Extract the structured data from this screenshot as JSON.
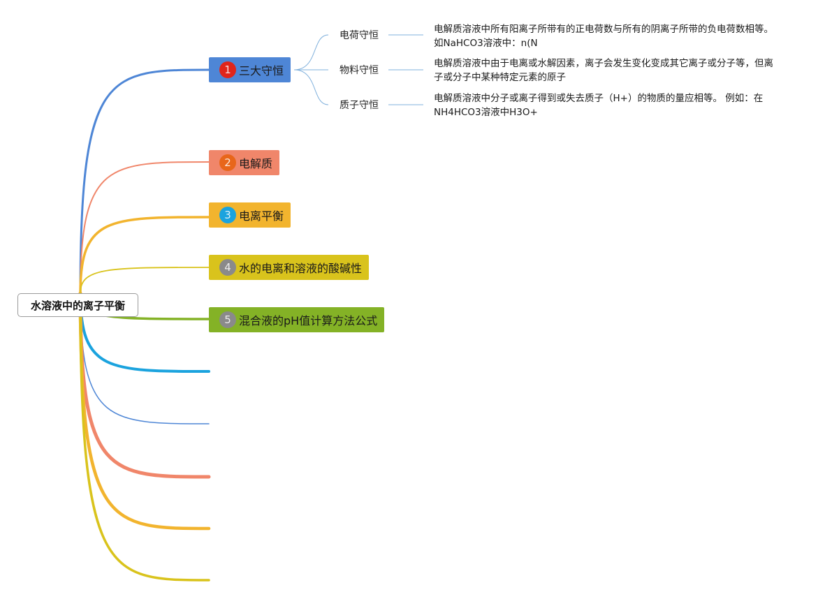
{
  "root": {
    "label": "水溶液中的离子平衡"
  },
  "branches": [
    {
      "number": "1",
      "label": "三大守恒",
      "color": "#4e86d6",
      "badge_color": "#e0251b"
    },
    {
      "number": "2",
      "label": "电解质",
      "color": "#f0866a",
      "badge_color": "#e8661a"
    },
    {
      "number": "3",
      "label": "电离平衡",
      "color": "#f2b42e",
      "badge_color": "#1ba3de"
    },
    {
      "number": "4",
      "label": "水的电离和溶液的酸碱性",
      "color": "#d9c31c",
      "badge_color": "#8a8a8a"
    },
    {
      "number": "5",
      "label": "混合液的pH值计算方法公式",
      "color": "#84b226",
      "badge_color": "#8a8a8a"
    }
  ],
  "collapsed_branch_colors": [
    "#1ba3de",
    "#4e86d6",
    "#f0866a",
    "#f2b42e",
    "#d9c31c"
  ],
  "subtopics": [
    {
      "label": "电荷守恒",
      "note": "电解质溶液中所有阳离子所带有的正电荷数与所有的阴离子所带的负电荷数相等。如NaHCO3溶液中：n(N"
    },
    {
      "label": "物料守恒",
      "note": "电解质溶液中由于电离或水解因素，离子会发生变化变成其它离子或分子等，但离子或分子中某种特定元素的原子"
    },
    {
      "label": "质子守恒",
      "note": "电解质溶液中分子或离子得到或失去质子（H+）的物质的量应相等。 例如：在NH4HCO3溶液中H3O+"
    }
  ],
  "subtopic_line_color": "#7fb0dc"
}
